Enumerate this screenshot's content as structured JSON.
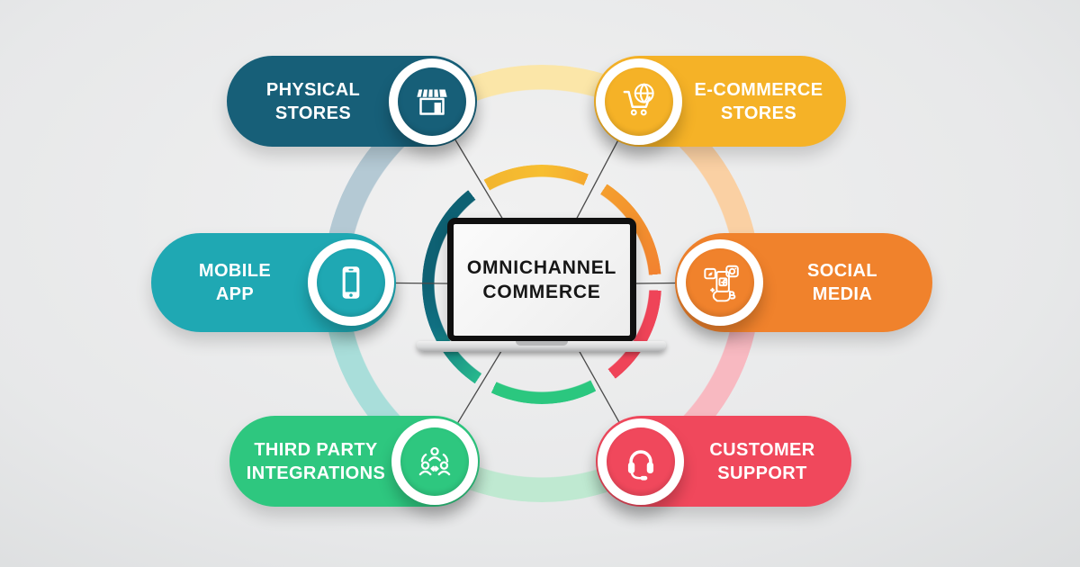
{
  "center": {
    "title_line1": "OMNICHANNEL",
    "title_line2": "COMMERCE"
  },
  "nodes": [
    {
      "label_line1": "PHYSICAL",
      "label_line2": "STORES",
      "color": "#175F78",
      "icon": "storefront-icon",
      "position": "top-left"
    },
    {
      "label_line1": "E-COMMERCE",
      "label_line2": "STORES",
      "color": "#F5B227",
      "icon": "cart-globe-icon",
      "position": "top-right"
    },
    {
      "label_line1": "MOBILE",
      "label_line2": "APP",
      "color": "#1FA8B3",
      "icon": "smartphone-icon",
      "position": "middle-left"
    },
    {
      "label_line1": "SOCIAL",
      "label_line2": "MEDIA",
      "color": "#F0822C",
      "icon": "social-hand-icon",
      "position": "middle-right"
    },
    {
      "label_line1": "THIRD PARTY",
      "label_line2": "INTEGRATIONS",
      "color": "#2EC77F",
      "icon": "network-people-icon",
      "position": "bottom-left"
    },
    {
      "label_line1": "CUSTOMER",
      "label_line2": "SUPPORT",
      "color": "#F0485C",
      "icon": "headset-icon",
      "position": "bottom-right"
    }
  ],
  "rings": {
    "outer_segment_colors": [
      "#FBE6A8",
      "#FAD0A3",
      "#F8B9C1",
      "#BFE9D1",
      "#A9DEDA",
      "#B4C9D4"
    ],
    "inner_segment_colors": [
      "#F7BE30",
      "#F28230",
      "#EF4458",
      "#2BC77F",
      "#0E6173"
    ]
  },
  "connector_color": "#4a4a4a"
}
